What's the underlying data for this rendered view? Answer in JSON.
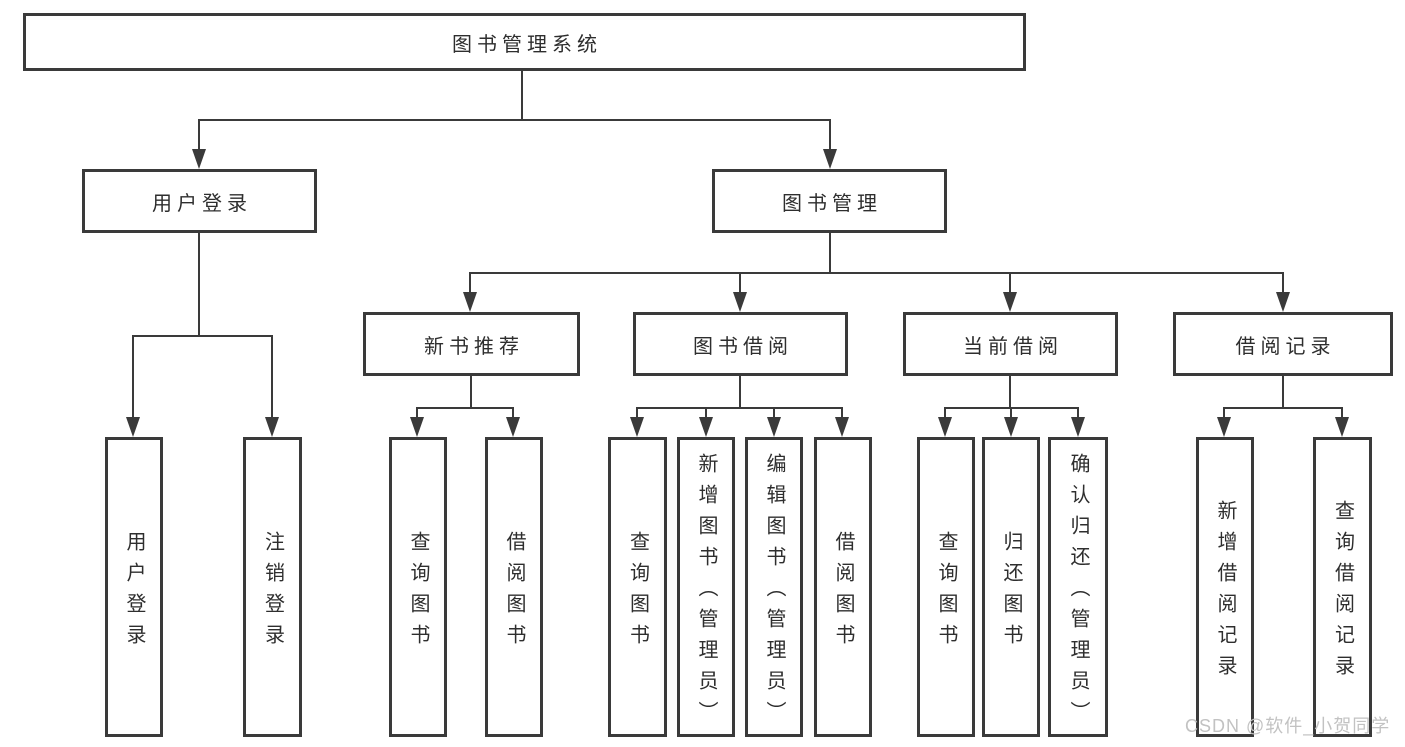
{
  "diagram": {
    "root_label": "图书管理系统",
    "branches": [
      {
        "label": "用户登录",
        "leaves": [
          "用户登录",
          "注销登录"
        ]
      },
      {
        "label": "图书管理",
        "sections": [
          {
            "label": "新书推荐",
            "leaves": [
              "查询图书",
              "借阅图书"
            ]
          },
          {
            "label": "图书借阅",
            "leaves": [
              "查询图书",
              "新增图书（管理员）",
              "编辑图书（管理员）",
              "借阅图书"
            ]
          },
          {
            "label": "当前借阅",
            "leaves": [
              "查询图书",
              "归还图书",
              "确认归还（管理员）"
            ]
          },
          {
            "label": "借阅记录",
            "leaves": [
              "新增借阅记录",
              "查询借阅记录"
            ]
          }
        ]
      }
    ]
  },
  "watermark": {
    "text": "CSDN @软件_小贺同学",
    "color": "#c2c2c2"
  },
  "colors": {
    "line": "#3a3a3a",
    "box_border": "#3a3a3a",
    "text": "#2e2e2e",
    "background": "#ffffff"
  }
}
